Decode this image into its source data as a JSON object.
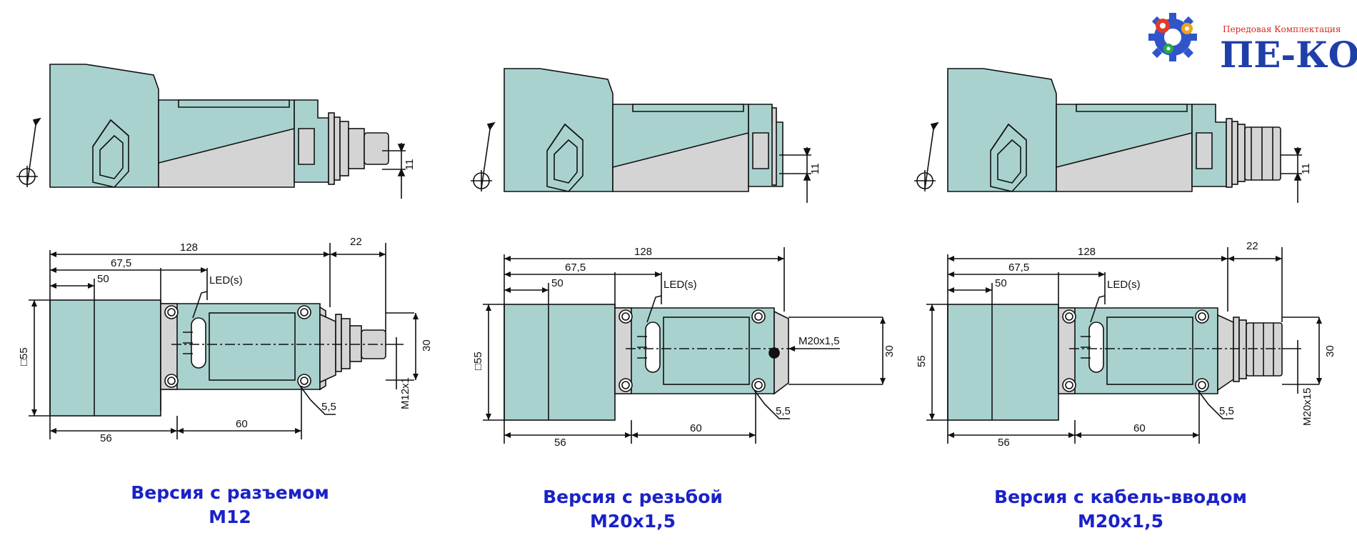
{
  "brand": {
    "tagline": "Передовая Комплектация",
    "name": "ПЕ-КО",
    "tagline_color": "#d62a1f",
    "name_color": "#1f3fa8"
  },
  "colors": {
    "body": "#a9d2cf",
    "grey": "#d4d4d4",
    "line": "#111111",
    "caption": "#1a22c8"
  },
  "variants": [
    {
      "caption_line1": "Версия с разъемом",
      "caption_line2": "M12",
      "tail": "connector",
      "dims": {
        "d128": "128",
        "d675": "67,5",
        "d50": "50",
        "d22": "22",
        "led": "LED(s)",
        "d55": "□55",
        "d30": "30",
        "thread": "M12x1",
        "d55b": "5,5",
        "d56": "56",
        "d60": "60",
        "d11": "11"
      }
    },
    {
      "caption_line1": "Версия с резьбой",
      "caption_line2": "M20x1,5",
      "tail": "thread",
      "dims": {
        "d128": "128",
        "d675": "67,5",
        "d50": "50",
        "led": "LED(s)",
        "d55": "□55",
        "d30": "30",
        "thread": "M20x1,5",
        "d55b": "5,5",
        "d56": "56",
        "d60": "60",
        "d11": "11"
      }
    },
    {
      "caption_line1": "Версия с кабель-вводом",
      "caption_line2": "M20x1,5",
      "tail": "gland",
      "dims": {
        "d128": "128",
        "d675": "67,5",
        "d50": "50",
        "d22": "22",
        "led": "LED(s)",
        "d55": "55",
        "d30": "30",
        "thread": "M20x15",
        "d55b": "5,5",
        "d56": "56",
        "d60": "60",
        "d11": "11"
      }
    }
  ]
}
